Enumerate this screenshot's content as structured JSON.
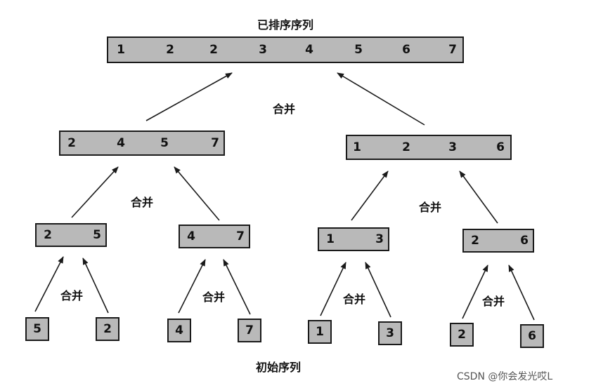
{
  "title_top": "已排序序列",
  "title_bottom": "初始序列",
  "merge_label": "合并",
  "watermark": "CSDN @你会发光哎L",
  "levels": {
    "sorted": [
      "1",
      "2",
      "2",
      "3",
      "4",
      "5",
      "6",
      "7"
    ],
    "half_left": [
      "2",
      "4",
      "5",
      "7"
    ],
    "half_right": [
      "1",
      "2",
      "3",
      "6"
    ],
    "pairs": [
      [
        "2",
        "5"
      ],
      [
        "4",
        "7"
      ],
      [
        "1",
        "3"
      ],
      [
        "2",
        "6"
      ]
    ],
    "initial": [
      "5",
      "2",
      "4",
      "7",
      "1",
      "3",
      "2",
      "6"
    ]
  },
  "colors": {
    "box_fill": "#b9b9b9",
    "border": "#1a1a1a",
    "arrow": "#1a1a1a"
  }
}
